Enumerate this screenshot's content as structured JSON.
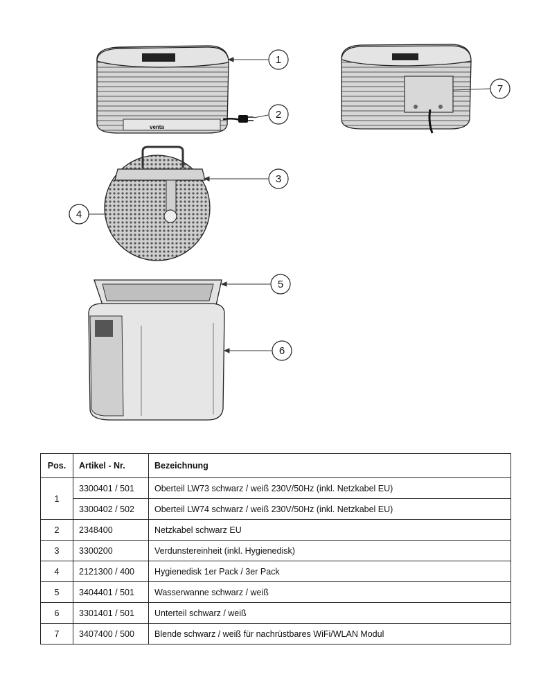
{
  "brand_logo": "venta",
  "callouts": [
    "1",
    "2",
    "3",
    "4",
    "5",
    "6",
    "7"
  ],
  "table": {
    "headers": {
      "pos": "Pos.",
      "artikel": "Artikel - Nr.",
      "bezeichnung": "Bezeichnung"
    },
    "rows": [
      {
        "pos": "1",
        "artikel": "3300401 / 501",
        "bezeichnung": "Oberteil LW73 schwarz / weiß  230V/50Hz  (inkl. Netzkabel EU)"
      },
      {
        "pos": "",
        "artikel": "3300402 / 502",
        "bezeichnung": "Oberteil LW74 schwarz / weiß  230V/50Hz  (inkl. Netzkabel EU)"
      },
      {
        "pos": "2",
        "artikel": "2348400",
        "bezeichnung": "Netzkabel schwarz EU"
      },
      {
        "pos": "3",
        "artikel": "3300200",
        "bezeichnung": "Verdunstereinheit (inkl. Hygienedisk)"
      },
      {
        "pos": "4",
        "artikel": "2121300 / 400",
        "bezeichnung": "Hygienedisk 1er Pack / 3er Pack"
      },
      {
        "pos": "5",
        "artikel": "3404401 / 501",
        "bezeichnung": "Wasserwanne schwarz / weiß"
      },
      {
        "pos": "6",
        "artikel": "3301401 / 501",
        "bezeichnung": "Unterteil schwarz / weiß"
      },
      {
        "pos": "7",
        "artikel": "3407400 / 500",
        "bezeichnung": "Blende schwarz / weiß für nachrüstbares WiFi/WLAN Modul"
      }
    ]
  },
  "colors": {
    "line": "#222222",
    "part_fill": "#dcdcdc",
    "part_dark": "#9a9a9a"
  }
}
